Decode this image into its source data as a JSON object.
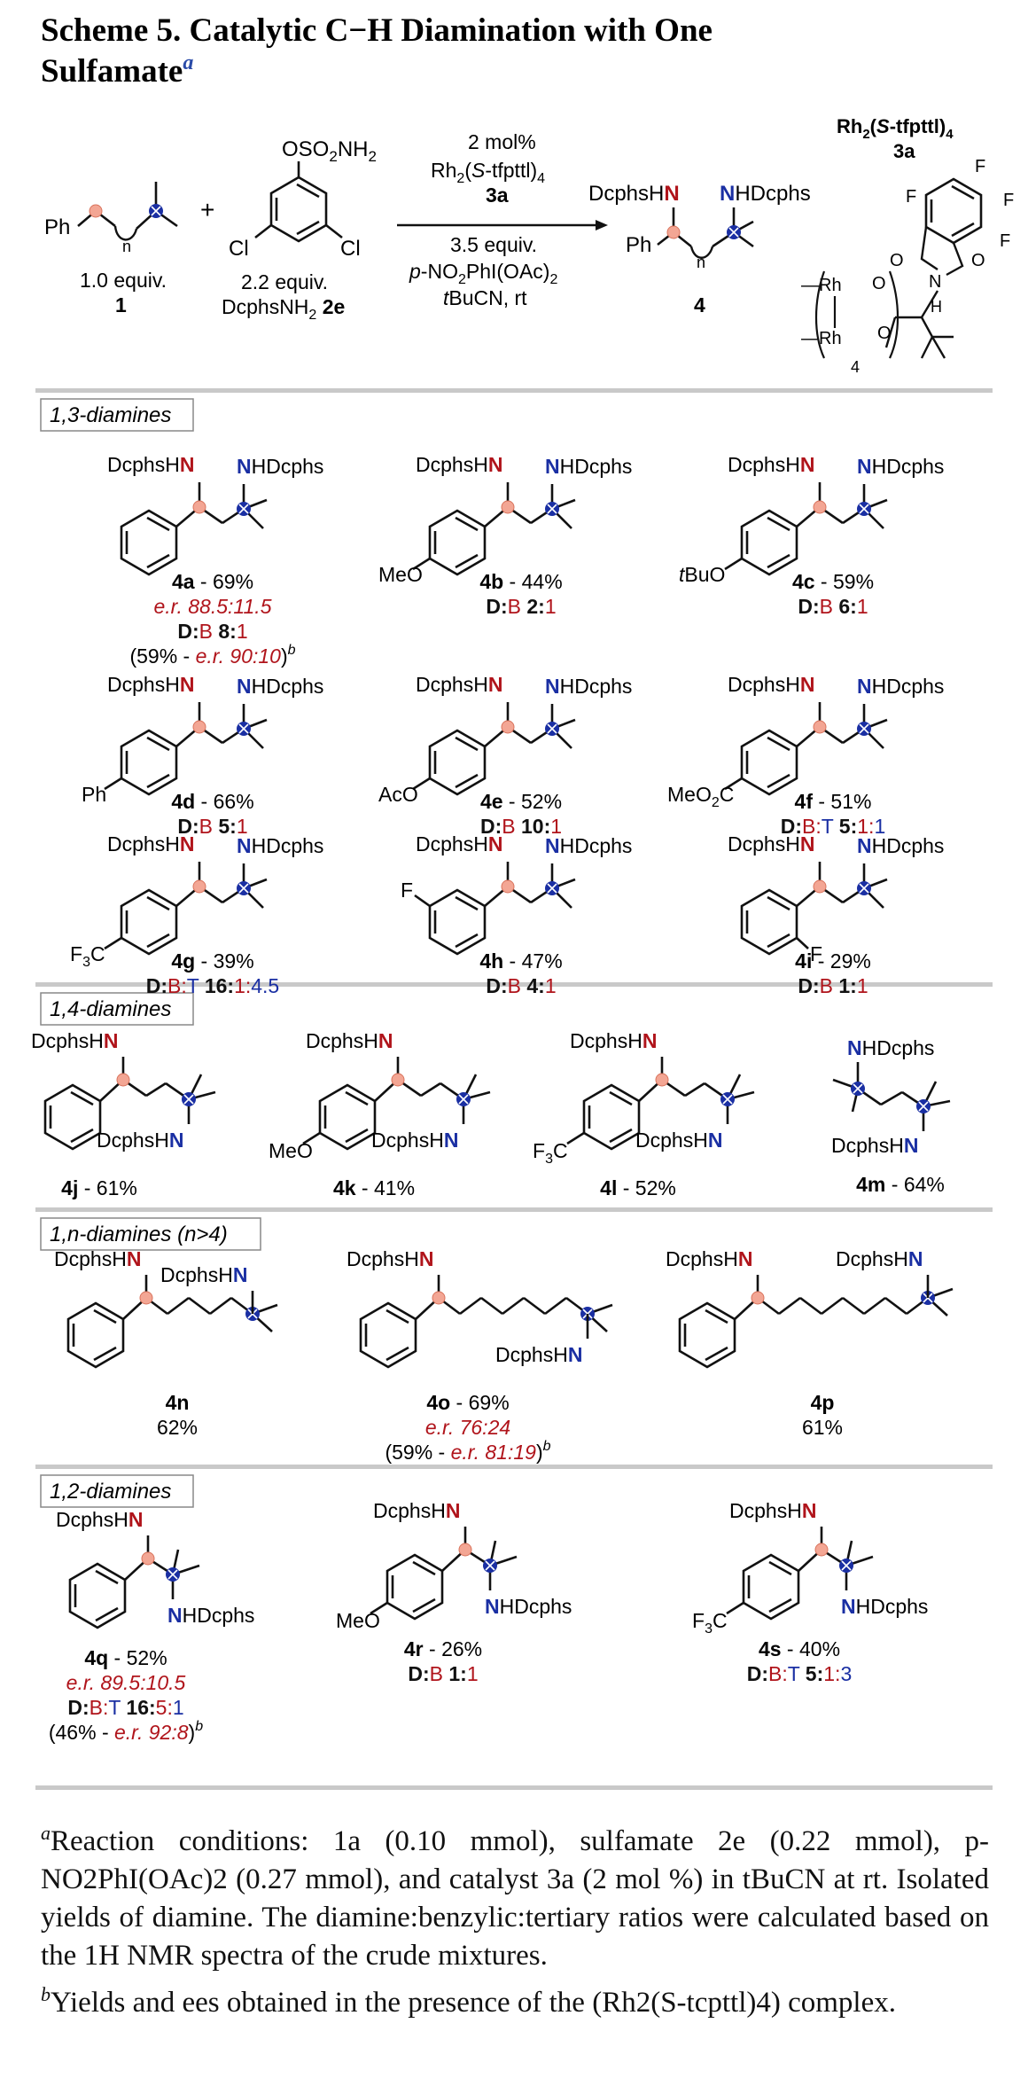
{
  "title": {
    "line1": "Scheme 5. Catalytic C−H Diamination with One",
    "line2": "Sulfamate",
    "sup": "a"
  },
  "reaction": {
    "sm1": {
      "ph": "Ph",
      "n": "n",
      "equiv": "1.0 equiv.",
      "label": "1"
    },
    "plus": "+",
    "sm2": {
      "top": "OSO2NH2",
      "cl": "Cl",
      "equiv": "2.2 equiv.",
      "name": "DcphsNH2",
      "label": "2e"
    },
    "arrow_above": {
      "l1": "2 mol%",
      "l2": "Rh2(S-tfpttl)4",
      "l3": "3a"
    },
    "arrow_below": {
      "l1": "3.5 equiv.",
      "l2": "p-NO2PhI(OAc)2",
      "l3": "tBuCN, rt"
    },
    "product": {
      "left": "DcphsHN",
      "right": "NHDcphs",
      "ph": "Ph",
      "n": "n",
      "label": "4"
    },
    "catalyst": {
      "name": "Rh2(S-tfpttl)4",
      "label": "3a",
      "four": "4"
    }
  },
  "sections": [
    {
      "label": "1,3-diamines"
    },
    {
      "label": "1,4-diamines"
    },
    {
      "label": "1,n-diamines (n>4)"
    },
    {
      "label": "1,2-diamines"
    }
  ],
  "compounds": {
    "4a": {
      "id": "4a",
      "yield": "- 69%",
      "er": "e.r. 88.5:11.5",
      "ratio_label": "D:B",
      "ratio": "8:1",
      "note_yield": "(59% - ",
      "note_er": "e.r. 90:10",
      "note_sup": "b"
    },
    "4b": {
      "id": "4b",
      "yield": "- 44%",
      "ratio_label": "D:B",
      "ratio": "2:1",
      "sub": "MeO"
    },
    "4c": {
      "id": "4c",
      "yield": "- 59%",
      "ratio_label": "D:B",
      "ratio": "6:1",
      "sub": "tBuO"
    },
    "4d": {
      "id": "4d",
      "yield": "- 66%",
      "ratio_label": "D:B",
      "ratio": "5:1",
      "sub": "Ph"
    },
    "4e": {
      "id": "4e",
      "yield": "- 52%",
      "ratio_label": "D:B",
      "ratio": "10:1",
      "sub": "AcO"
    },
    "4f": {
      "id": "4f",
      "yield": "- 51%",
      "ratio_label": "D:B:T",
      "ratio": "5:1:1",
      "sub": "MeO2C"
    },
    "4g": {
      "id": "4g",
      "yield": "- 39%",
      "ratio_label": "D:B:T",
      "ratio": "16:1:4.5",
      "sub": "F3C"
    },
    "4h": {
      "id": "4h",
      "yield": "- 47%",
      "ratio_label": "D:B",
      "ratio": "4:1",
      "sub": "F"
    },
    "4i": {
      "id": "4i",
      "yield": "- 29%",
      "ratio_label": "D:B",
      "ratio": "1:1",
      "sub": "F"
    },
    "4j": {
      "id": "4j",
      "yield": "- 61%"
    },
    "4k": {
      "id": "4k",
      "yield": "- 41%",
      "sub": "MeO"
    },
    "4l": {
      "id": "4l",
      "yield": "- 52%",
      "sub": "F3C"
    },
    "4m": {
      "id": "4m",
      "yield": "- 64%"
    },
    "4n": {
      "id": "4n",
      "yield": "62%"
    },
    "4o": {
      "id": "4o",
      "yield": "- 69%",
      "er": "e.r. 76:24",
      "note_yield": "(59% - ",
      "note_er": "e.r. 81:19",
      "note_sup": "b"
    },
    "4p": {
      "id": "4p",
      "yield": "61%"
    },
    "4q": {
      "id": "4q",
      "yield": "- 52%",
      "er": "e.r. 89.5:10.5",
      "ratio_label": "D:B:T",
      "ratio": "16:5:1",
      "note_yield": "(46% - ",
      "note_er": "e.r. 92:8",
      "note_sup": "b"
    },
    "4r": {
      "id": "4r",
      "yield": "- 26%",
      "ratio_label": "D:B",
      "ratio": "1:1",
      "sub": "MeO"
    },
    "4s": {
      "id": "4s",
      "yield": "- 40%",
      "ratio_label": "D:B:T",
      "ratio": "5:1:3",
      "sub": "F3C"
    }
  },
  "labels": {
    "dcphshn": "DcphsHN",
    "nhdcphs": "NHDcphs"
  },
  "footnote": {
    "a_mark": "a",
    "a_text": "Reaction conditions: 1a (0.10 mmol), sulfamate 2e (0.22 mmol), p-NO2PhI(OAc)2 (0.27 mmol), and catalyst 3a (2 mol %) in tBuCN at rt. Isolated yields of diamine. The diamine:benzylic:tertiary ratios were calculated based on the 1H NMR spectra of the crude mixtures.",
    "b_mark": "b",
    "b_text": "Yields and ees obtained in the presence of the (Rh2(S-tcpttl)4) complex."
  }
}
